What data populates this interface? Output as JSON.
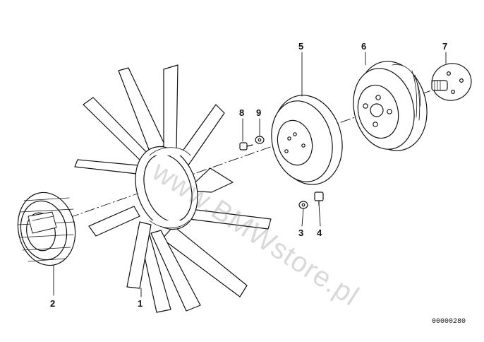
{
  "diagram": {
    "callouts": [
      {
        "id": "1",
        "text": "1"
      },
      {
        "id": "2",
        "text": "2"
      },
      {
        "id": "3",
        "text": "3"
      },
      {
        "id": "4",
        "text": "4"
      },
      {
        "id": "5",
        "text": "5"
      },
      {
        "id": "6",
        "text": "6"
      },
      {
        "id": "7",
        "text": "7"
      },
      {
        "id": "8",
        "text": "8"
      },
      {
        "id": "9",
        "text": "9"
      }
    ],
    "parts": [
      "fan",
      "viscous-clutch",
      "washer",
      "bolt",
      "pulley",
      "belt-pulley",
      "hub",
      "bolt-small",
      "washer-small"
    ],
    "doc_number": "00000280",
    "watermark": "www.BMWstore.pl",
    "line_color": "#111111"
  }
}
